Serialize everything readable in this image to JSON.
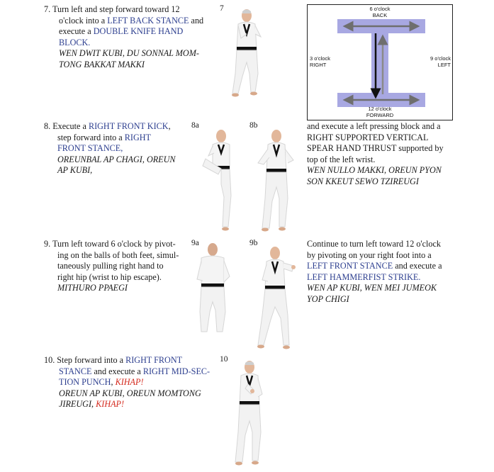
{
  "step7": {
    "num": "7.",
    "l1": "Turn left and step forward toward 12",
    "l2a": "o'clock into a ",
    "l2b": "LEFT BACK STANCE",
    "l2c": " and",
    "l3a": "execute a ",
    "l3b": "DOUBLE KNIFE HAND",
    "l4": "BLOCK.",
    "k1": "WEN DWIT KUBI, DU SONNAL MOM-",
    "k2": "TONG BAKKAT MAKKI",
    "photo": "7"
  },
  "step8": {
    "num": "8.",
    "l1a": "Execute a ",
    "l1b": "RIGHT FRONT KICK",
    "l1c": ",",
    "l2a": "step forward into a ",
    "l2b": "RIGHT",
    "l3": "FRONT STANCE,",
    "k1": "OREUNBAL AP CHAGI, OREUN",
    "k2": "AP KUBI,",
    "photo_a": "8a",
    "photo_b": "8b",
    "c1": "and execute a left pressing block and a",
    "c2": "RIGHT SUPPORTED VERTICAL",
    "c3": "SPEAR HAND THRUST supported by",
    "c4": "top of the left wrist.",
    "ck1": "WEN NULLO MAKKI, OREUN PYON",
    "ck2": "SON KKEUT  SEWO TZIREUGI"
  },
  "step9": {
    "num": "9.",
    "l1": "Turn left toward 6 o'clock by pivot-",
    "l2": "ing on the balls of both feet, simul-",
    "l3": "taneously pulling right hand to",
    "l4": "right hip (wrist to hip escape).",
    "k1": "MITHURO PPAEGI",
    "photo_a": "9a",
    "photo_b": "9b",
    "c1": "Continue to turn left toward 12 o'clock",
    "c2": "by pivoting on your right foot into a",
    "c3": "LEFT FRONT STANCE",
    "c3b": " and execute a",
    "c4": "LEFT HAMMERFIST STRIKE.",
    "ck1": "WEN AP KUBI, WEN MEI JUMEOK",
    "ck2": "YOP CHIGI"
  },
  "step10": {
    "num": "10.",
    "l1a": "Step forward into a ",
    "l1b": "RIGHT FRONT",
    "l2a": "STANCE",
    "l2b": " and execute a ",
    "l2c": "RIGHT MID-SEC-",
    "l3a": "TION PUNCH",
    "l3b": ", ",
    "l3c": "KIHAP!",
    "k1": "OREUN AP KUBI, OREUN MOMTONG",
    "k2a": "JIREUGI, ",
    "k2b": "KIHAP!",
    "photo": "10"
  },
  "diagram": {
    "top1": "6 o'clock",
    "top2": "BACK",
    "left1": "3 o'clock",
    "left2": "RIGHT",
    "right1": "9 o'clock",
    "right2": "LEFT",
    "bottom1": "12 o'clock",
    "bottom2": "FORWARD"
  },
  "colors": {
    "technique_blue": "#2c3e8f",
    "kihap_red": "#d42a1e",
    "diagram_bar": "#a8a8e2",
    "belt": "#111111"
  }
}
